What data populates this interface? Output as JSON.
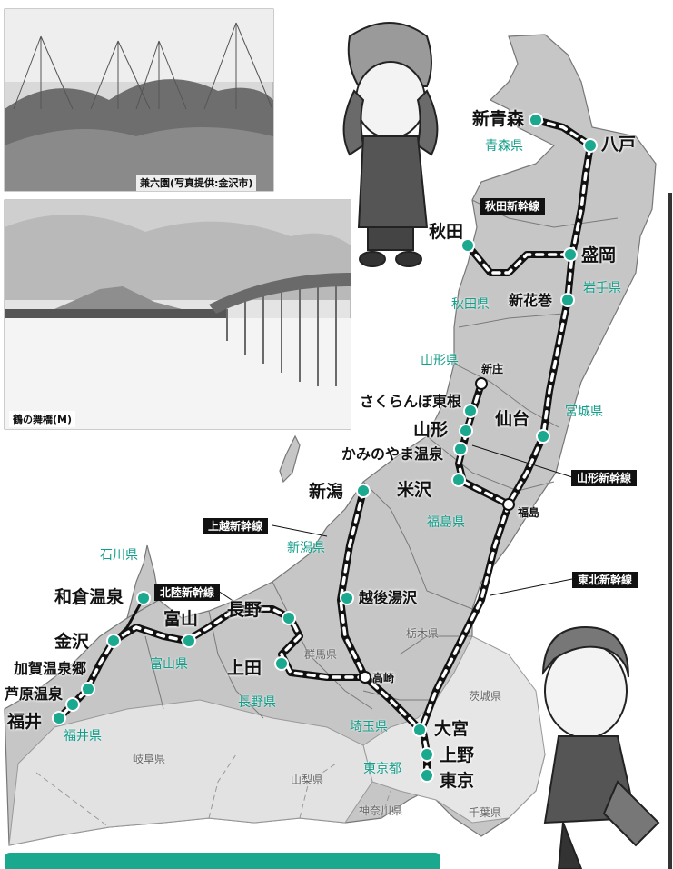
{
  "photos": {
    "kenrokuen_caption": "兼六園(写真提供:金沢市)",
    "tsuru_caption": "鶴の舞橋(M)"
  },
  "lines": {
    "akita": "秋田新幹線",
    "yamagata": "山形新幹線",
    "joetsu": "上越新幹線",
    "hokuriku": "北陸新幹線",
    "tohoku": "東北新幹線"
  },
  "stations": {
    "shin_aomori": "新青森",
    "hachinohe": "八戸",
    "akita": "秋田",
    "morioka": "盛岡",
    "shin_hanamaki": "新花巻",
    "shinjo": "新庄",
    "sakuranbo": "さくらんぼ東根",
    "yamagata": "山形",
    "kaminoyama": "かみのやま温泉",
    "sendai": "仙台",
    "yonezawa": "米沢",
    "fukushima": "福島",
    "niigata": "新潟",
    "echigo_yuzawa": "越後湯沢",
    "takasaki": "高崎",
    "omiya": "大宮",
    "ueno": "上野",
    "tokyo": "東京",
    "nagano": "長野",
    "ueda": "上田",
    "toyama": "富山",
    "wakura": "和倉温泉",
    "kanazawa": "金沢",
    "kaga": "加賀温泉郷",
    "awara": "芦原温泉",
    "fukui": "福井"
  },
  "prefectures": {
    "aomori": "青森県",
    "iwate": "岩手県",
    "akita": "秋田県",
    "yamagata": "山形県",
    "miyagi": "宮城県",
    "fukushima": "福島県",
    "niigata": "新潟県",
    "ishikawa": "石川県",
    "toyama": "富山県",
    "fukui": "福井県",
    "nagano": "長野県",
    "gunma": "群馬県",
    "tochigi": "栃木県",
    "ibaraki": "茨城県",
    "saitama": "埼玉県",
    "tokyo": "東京都",
    "chiba": "千葉県",
    "kanagawa": "神奈川県",
    "yamanashi": "山梨県",
    "gifu": "岐阜県"
  },
  "colors": {
    "accent": "#1aa88f",
    "land": "#c9c9c9",
    "land_dark": "#b4b4b4",
    "rail": "#111111"
  }
}
